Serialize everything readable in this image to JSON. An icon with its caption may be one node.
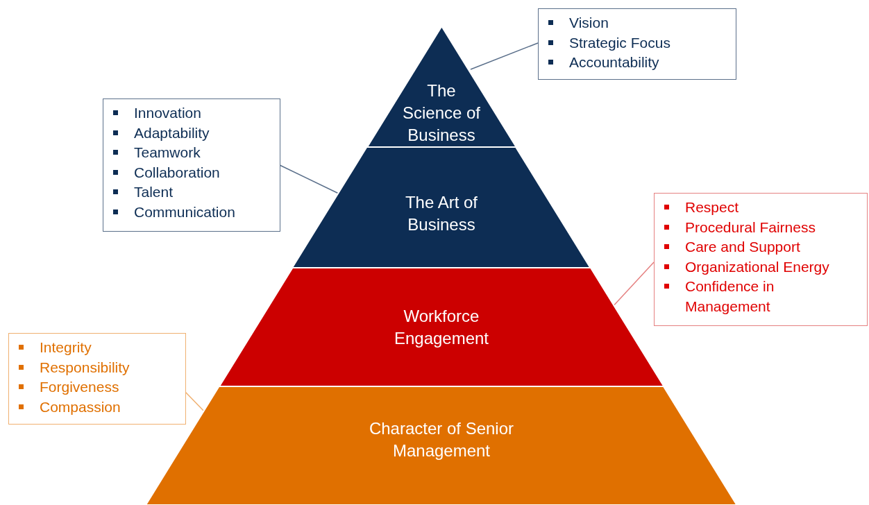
{
  "diagram": {
    "nodes": [
      {
        "text": [
          "The Science of Business"
        ]
      },
      {
        "text": [
          "The Art of Business"
        ]
      },
      {
        "text": [
          "Workforce Engagement"
        ]
      },
      {
        "text": [
          "Character of Senior Management"
        ]
      },
      {
        "text": [
          "Vision",
          "Strategic Focus",
          "Accountability"
        ]
      },
      {
        "text": [
          "Innovation",
          "Adaptability",
          "Teamwork",
          "Collaboration",
          "Talent",
          "Communication"
        ]
      },
      {
        "text": [
          "Respect",
          "Procedural Fairness",
          "Care and Support",
          "Organizational Energy",
          "Confidence in Management"
        ]
      },
      {
        "text": [
          "Integrity",
          "Responsibility",
          "Forgiveness",
          "Compassion"
        ]
      }
    ],
    "edges": [
      {
        "from": 4,
        "to": 0,
        "arrow": "none"
      },
      {
        "from": 5,
        "to": 1,
        "arrow": "none"
      },
      {
        "from": 6,
        "to": 2,
        "arrow": "none",
        "color": "#e58080"
      },
      {
        "from": 7,
        "to": 3,
        "arrow": "none",
        "color": "#f0b070"
      }
    ]
  }
}
